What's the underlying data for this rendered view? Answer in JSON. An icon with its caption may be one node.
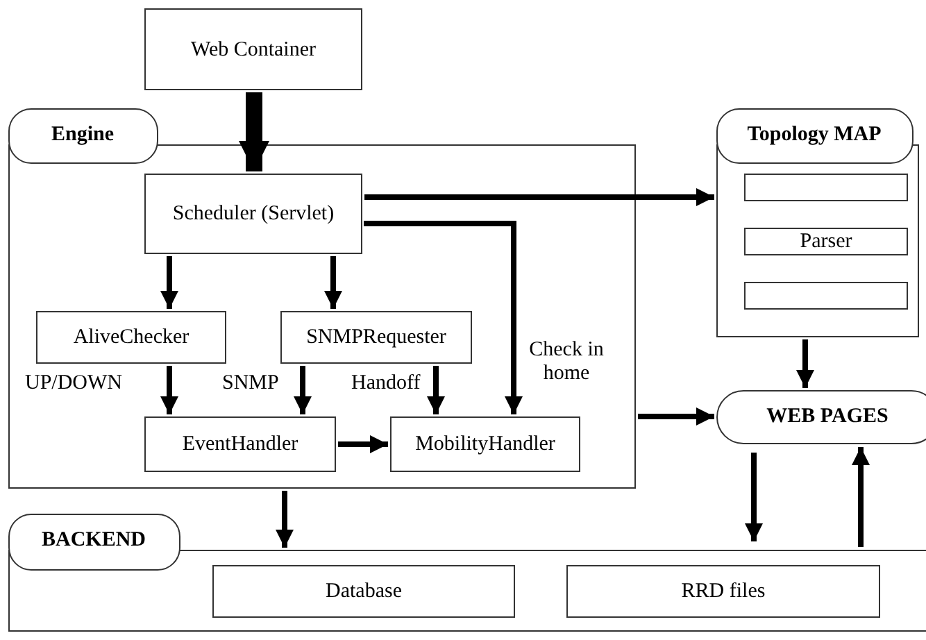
{
  "diagram": {
    "nodes": [
      {
        "text": [
          "Web Container"
        ]
      },
      {
        "text": [
          "Engine"
        ]
      },
      {
        "text": [
          "Scheduler (Servlet)"
        ],
        "in": 1
      },
      {
        "text": [
          "AliveChecker"
        ],
        "in": 1
      },
      {
        "text": [
          "SNMPRequester"
        ],
        "in": 1
      },
      {
        "text": [
          "EventHandler"
        ],
        "in": 1
      },
      {
        "text": [
          "MobilityHandler"
        ],
        "in": 1
      },
      {
        "text": [
          "Topology MAP"
        ]
      },
      {
        "text": [],
        "shape": "box",
        "in": 7
      },
      {
        "text": [
          "Parser"
        ],
        "in": 7
      },
      {
        "text": [],
        "shape": "box",
        "in": 7
      },
      {
        "text": [
          "WEB PAGES"
        ]
      },
      {
        "text": [
          "BACKEND"
        ]
      },
      {
        "text": [
          "Database"
        ],
        "in": 12
      },
      {
        "text": [
          "RRD files"
        ],
        "in": 12
      }
    ],
    "edges": [
      {
        "from": 0,
        "to": 2,
        "arrow": "to",
        "style": "thick"
      },
      {
        "from": 2,
        "to": 7,
        "arrow": "to"
      },
      {
        "from": 2,
        "to": 6,
        "arrow": "to",
        "label": "Check in home"
      },
      {
        "from": 2,
        "to": 3,
        "arrow": "to"
      },
      {
        "from": 2,
        "to": 4,
        "arrow": "to"
      },
      {
        "from": 3,
        "to": 5,
        "arrow": "to",
        "label": "UP/DOWN"
      },
      {
        "from": 4,
        "to": 5,
        "arrow": "to",
        "label": "SNMP"
      },
      {
        "from": 4,
        "to": 6,
        "arrow": "to",
        "label": "Handoff"
      },
      {
        "from": 5,
        "to": 6,
        "arrow": "to"
      },
      {
        "from": 7,
        "to": 11,
        "arrow": "to"
      },
      {
        "from": 1,
        "to": 11,
        "arrow": "to"
      },
      {
        "from": 1,
        "to": 12,
        "arrow": "to"
      },
      {
        "from": 11,
        "to": 12,
        "arrow": "to"
      },
      {
        "from": 12,
        "to": 11,
        "arrow": "to"
      }
    ]
  }
}
